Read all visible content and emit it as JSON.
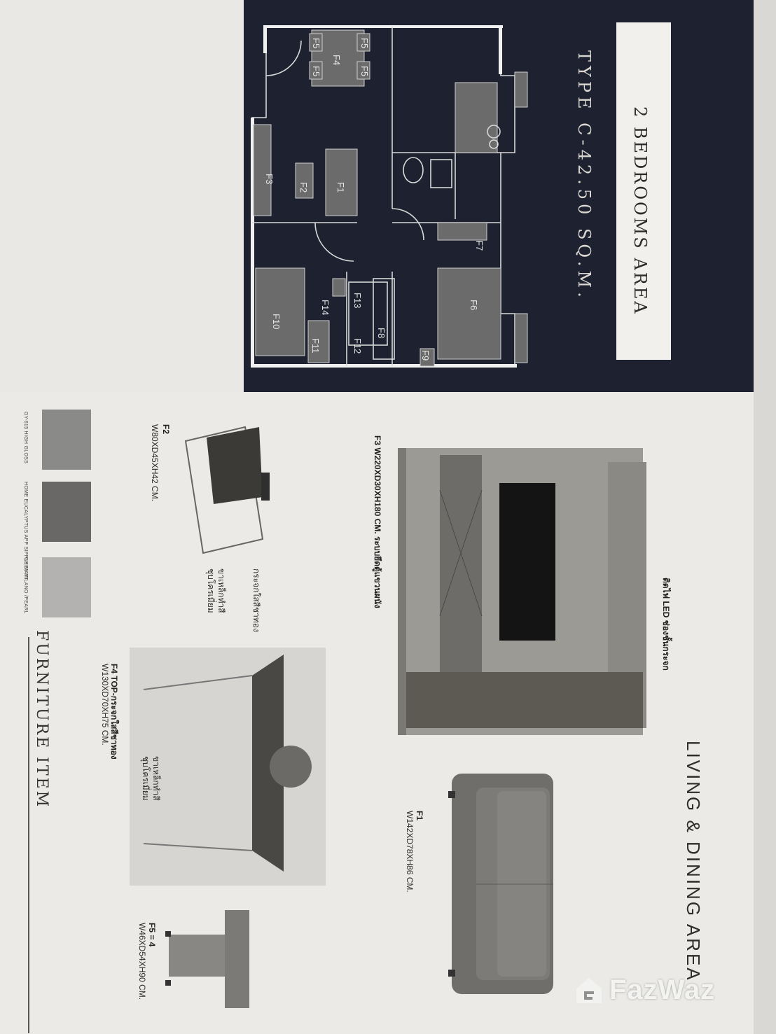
{
  "title": "2 BEDROOMS AREA",
  "type_label": "TYPE C-42.50 SQ.M.",
  "living_heading": "LIVING & DINING AREA",
  "furniture_heading": "FURNITURE ITEM",
  "plan_labels": {
    "f1": "F1",
    "f2": "F2",
    "f3": "F3",
    "f4": "F4",
    "f5a": "F5",
    "f5b": "F5",
    "f5c": "F5",
    "f5d": "F5",
    "f6": "F6",
    "f7": "F7",
    "f8": "F8",
    "f9": "F9",
    "f10": "F10",
    "f11": "F11",
    "f12": "F12",
    "f13": "F13",
    "f14": "F14"
  },
  "items": {
    "f1": {
      "code": "F1",
      "dims": "W142XD78XH86 CM."
    },
    "f2": {
      "code": "F2",
      "dims": "W80XD45XH42 CM.",
      "note1": "กระจกใสสีชาทอง",
      "note2": "ขาเหล็กทำสี",
      "note3": "ชุบโครเมี่ยม"
    },
    "f3": {
      "label": "F3  W220XD30XH180 CM.  ระบบยึดตู้แขวนผนัง",
      "led": "ติดไฟ LED ช่องชั้นกระจก"
    },
    "f4": {
      "label": "F4 TOP-กระจกใสสีชาทอง",
      "dims": "W130XD70XH75 CM.",
      "note1": "ขาเหล็กทำสี",
      "note2": "ชุบโครเมี่ยม"
    },
    "f5": {
      "code": "F5 = 4",
      "dims": "W46XD54XH90 CM."
    }
  },
  "swatches": [
    {
      "label": "GY-615 HIGH GLOSS",
      "color": "#8a8a88"
    },
    {
      "label": "HOME EUCALYPTUS APP SIPPLE MATT",
      "color": "#6a6866"
    },
    {
      "label": "GREY MILANO /PEARL",
      "color": "#b3b2b0"
    }
  ],
  "watermark": "FazWaz"
}
